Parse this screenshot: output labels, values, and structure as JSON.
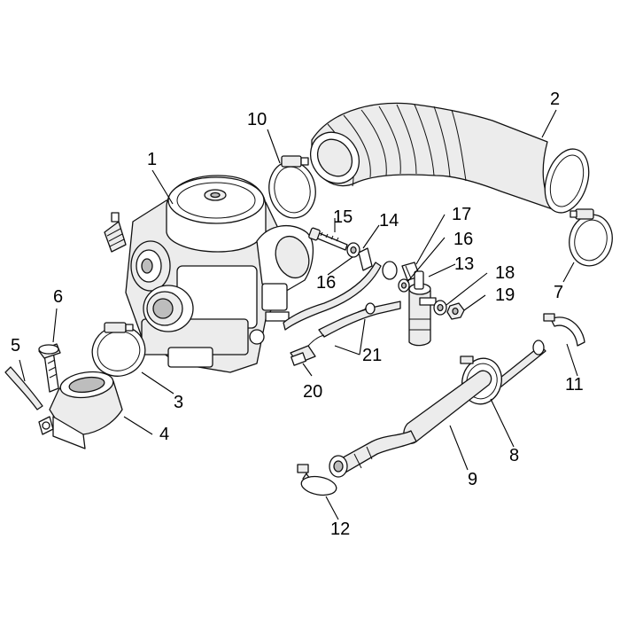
{
  "callouts": [
    {
      "id": "1",
      "label": "1"
    },
    {
      "id": "2",
      "label": "2"
    },
    {
      "id": "3",
      "label": "3"
    },
    {
      "id": "4",
      "label": "4"
    },
    {
      "id": "5",
      "label": "5"
    },
    {
      "id": "6",
      "label": "6"
    },
    {
      "id": "7",
      "label": "7"
    },
    {
      "id": "8",
      "label": "8"
    },
    {
      "id": "9",
      "label": "9"
    },
    {
      "id": "10",
      "label": "10"
    },
    {
      "id": "11",
      "label": "11"
    },
    {
      "id": "12",
      "label": "12"
    },
    {
      "id": "13",
      "label": "13"
    },
    {
      "id": "14",
      "label": "14"
    },
    {
      "id": "15",
      "label": "15"
    },
    {
      "id": "16a",
      "label": "16"
    },
    {
      "id": "16b",
      "label": "16"
    },
    {
      "id": "17",
      "label": "17"
    },
    {
      "id": "18",
      "label": "18"
    },
    {
      "id": "19",
      "label": "19"
    },
    {
      "id": "20",
      "label": "20"
    },
    {
      "id": "21",
      "label": "21"
    }
  ]
}
